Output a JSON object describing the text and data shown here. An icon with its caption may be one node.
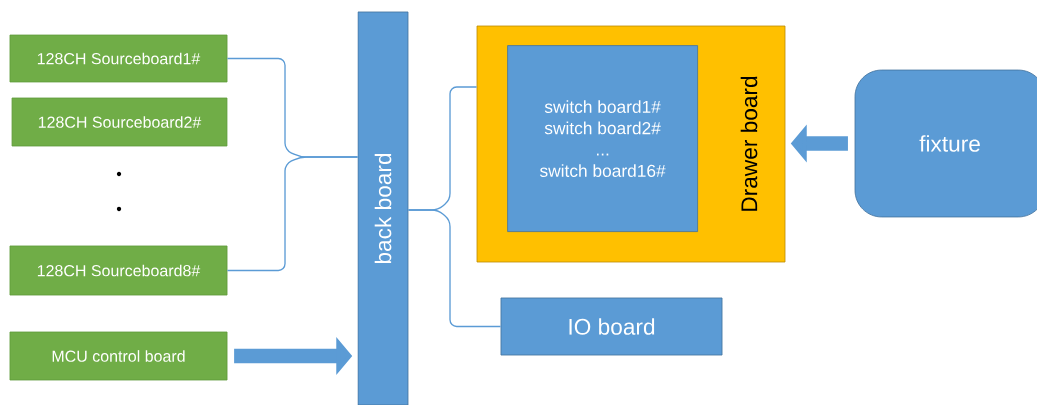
{
  "diagram": {
    "nodes": [
      {
        "text": [
          "128CH Sourceboard1#"
        ]
      },
      {
        "text": [
          "128CH Sourceboard2#"
        ]
      },
      {
        "text": [
          "128CH Sourceboard8#"
        ]
      },
      {
        "text": [
          "MCU control board"
        ]
      },
      {
        "text": [
          "back board"
        ]
      },
      {
        "text": [
          "Drawer board"
        ]
      },
      {
        "text": [
          "switch board1#",
          "switch board2#",
          "...",
          "switch board16#"
        ],
        "in": 5
      },
      {
        "text": [
          "IO board"
        ]
      },
      {
        "text": [
          "fixture"
        ]
      }
    ],
    "edges": [
      {
        "from": 0,
        "to": 4,
        "arrow": "none"
      },
      {
        "from": 2,
        "to": 4,
        "arrow": "none"
      },
      {
        "from": 4,
        "to": 5,
        "arrow": "none"
      },
      {
        "from": 4,
        "to": 7,
        "arrow": "none"
      },
      {
        "from": 3,
        "to": 4,
        "arrow": "to",
        "style": "thick"
      },
      {
        "from": 8,
        "to": 5,
        "arrow": "to",
        "style": "thick"
      }
    ]
  }
}
